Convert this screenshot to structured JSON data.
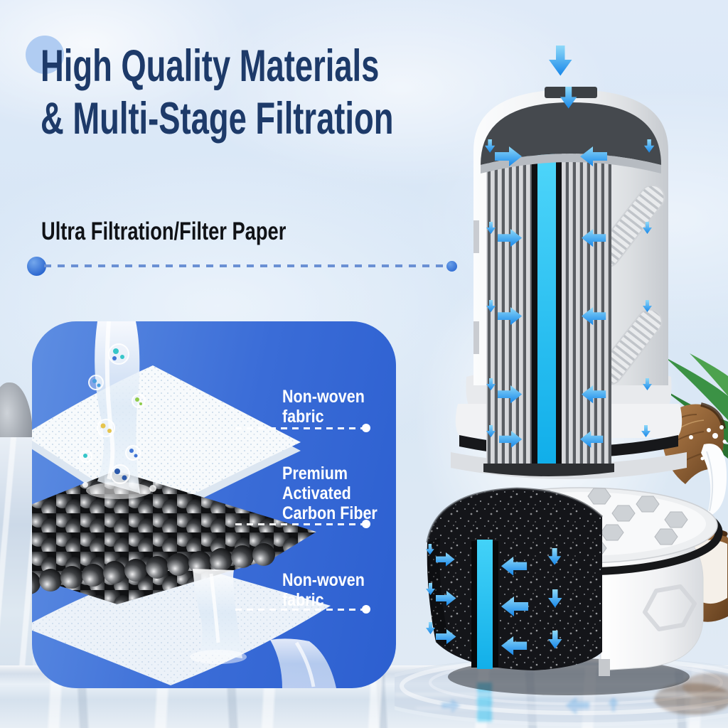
{
  "heading": {
    "line1": "High Quality Materials",
    "line2": "& Multi-Stage Filtration"
  },
  "top_callout": {
    "label": "Ultra Filtration/Filter Paper"
  },
  "material_panel": {
    "labels": [
      {
        "text": "Non-woven fabric"
      },
      {
        "text": "Premium Activated Carbon Fiber"
      },
      {
        "text": "Non-woven fabric"
      }
    ]
  },
  "illustration_names": {
    "cartridge": "filter-cartridge-cutaway",
    "carbon_block": "activated-carbon-cylinder-cutaway",
    "layers": "filtration-layers-with-water-stream",
    "coconut": "coconut-and-palm-leaves"
  },
  "icons": {
    "flow_down_arrow": "▼",
    "flow_up_arrow": "▲",
    "flow_right_arrow": "▶",
    "flow_left_arrow": "◀",
    "callout_dot": "●"
  },
  "colors": {
    "heading_navy": "#1d3a69",
    "accent_circle": "#a9c8f1",
    "panel_blue_start": "#5e8ee2",
    "panel_blue_end": "#2c5fd0",
    "label_white": "#ffffff",
    "callout_line_blue": "#6a90d4",
    "tube_cyan": "#29c2f2",
    "arrow_blue": "#2f9ff0",
    "carbon_black": "#141519",
    "background_sky": "#dce8f6"
  }
}
